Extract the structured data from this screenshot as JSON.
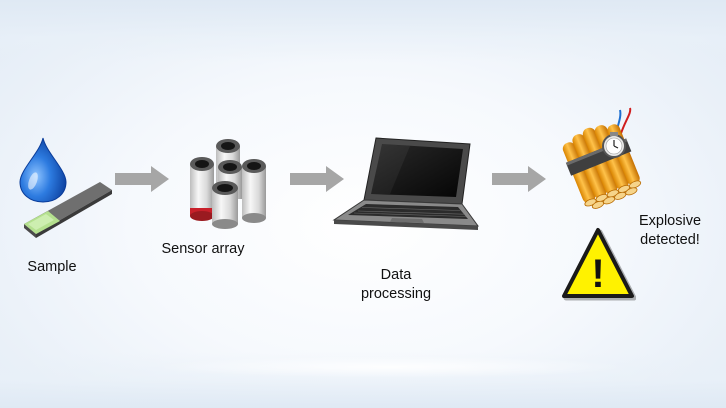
{
  "steps": {
    "sample": {
      "label": "Sample"
    },
    "sensor_array": {
      "label": "Sensor array"
    },
    "data_processing": {
      "label_line1": "Data",
      "label_line2": "processing"
    },
    "detection": {
      "label_line1": "Explosive",
      "label_line2": "detected!",
      "warning_symbol": "!"
    }
  },
  "colors": {
    "arrow": "#a6a6a6",
    "droplet": "#1f63c7",
    "warning_fill": "#fff200",
    "dynamite": "#f5a30f"
  },
  "icons": [
    "droplet-icon",
    "test-strip-icon",
    "sensor-array-icon",
    "laptop-icon",
    "dynamite-icon",
    "warning-icon",
    "arrow-right-icon"
  ]
}
